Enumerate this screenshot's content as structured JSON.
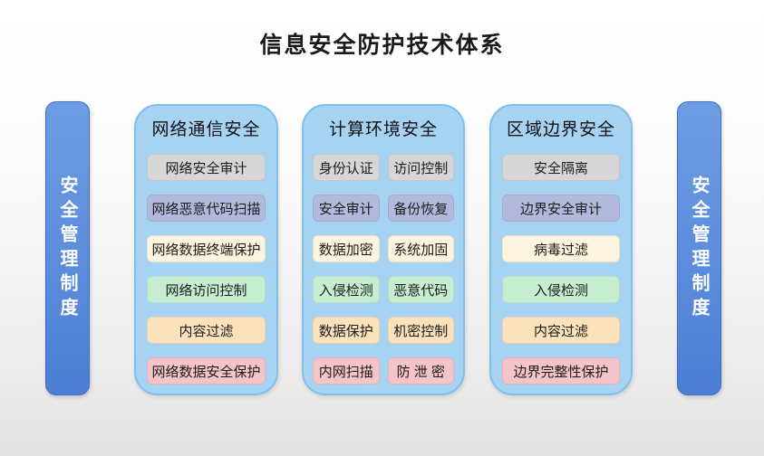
{
  "title": "信息安全防护技术体系",
  "left_bar": {
    "label": "安全管理制度"
  },
  "right_bar": {
    "label": "安全管理制度"
  },
  "columns": [
    {
      "title": "网络通信安全",
      "items": [
        "网络安全审计",
        "网络恶意代码扫描",
        "网络数据终端保护",
        "网络访问控制",
        "内容过滤",
        "网络数据安全保护"
      ]
    },
    {
      "title": "计算环境安全",
      "rows": [
        [
          "身份认证",
          "访问控制"
        ],
        [
          "安全审计",
          "备份恢复"
        ],
        [
          "数据加密",
          "系统加固"
        ],
        [
          "入侵检测",
          "恶意代码"
        ],
        [
          "数据保护",
          "机密控制"
        ],
        [
          "内网扫描",
          "防 泄 密"
        ]
      ]
    },
    {
      "title": "区域边界安全",
      "items": [
        "安全隔离",
        "边界安全审计",
        "病毒过滤",
        "入侵检测",
        "内容过滤",
        "边界完整性保护"
      ]
    }
  ],
  "colors": {
    "row_colors": [
      "#d6d6d6",
      "#b3b9dc",
      "#fdf4df",
      "#c6edd2",
      "#fbe2bb",
      "#f5c3ca"
    ],
    "panel_bg": "#a6d3f2",
    "panel_border": "#7fc0ea",
    "bar_top": "#6f9de3",
    "bar_bottom": "#4c7ed5",
    "bar_border": "#3d6dc0",
    "title_color": "#1a1a1a"
  }
}
